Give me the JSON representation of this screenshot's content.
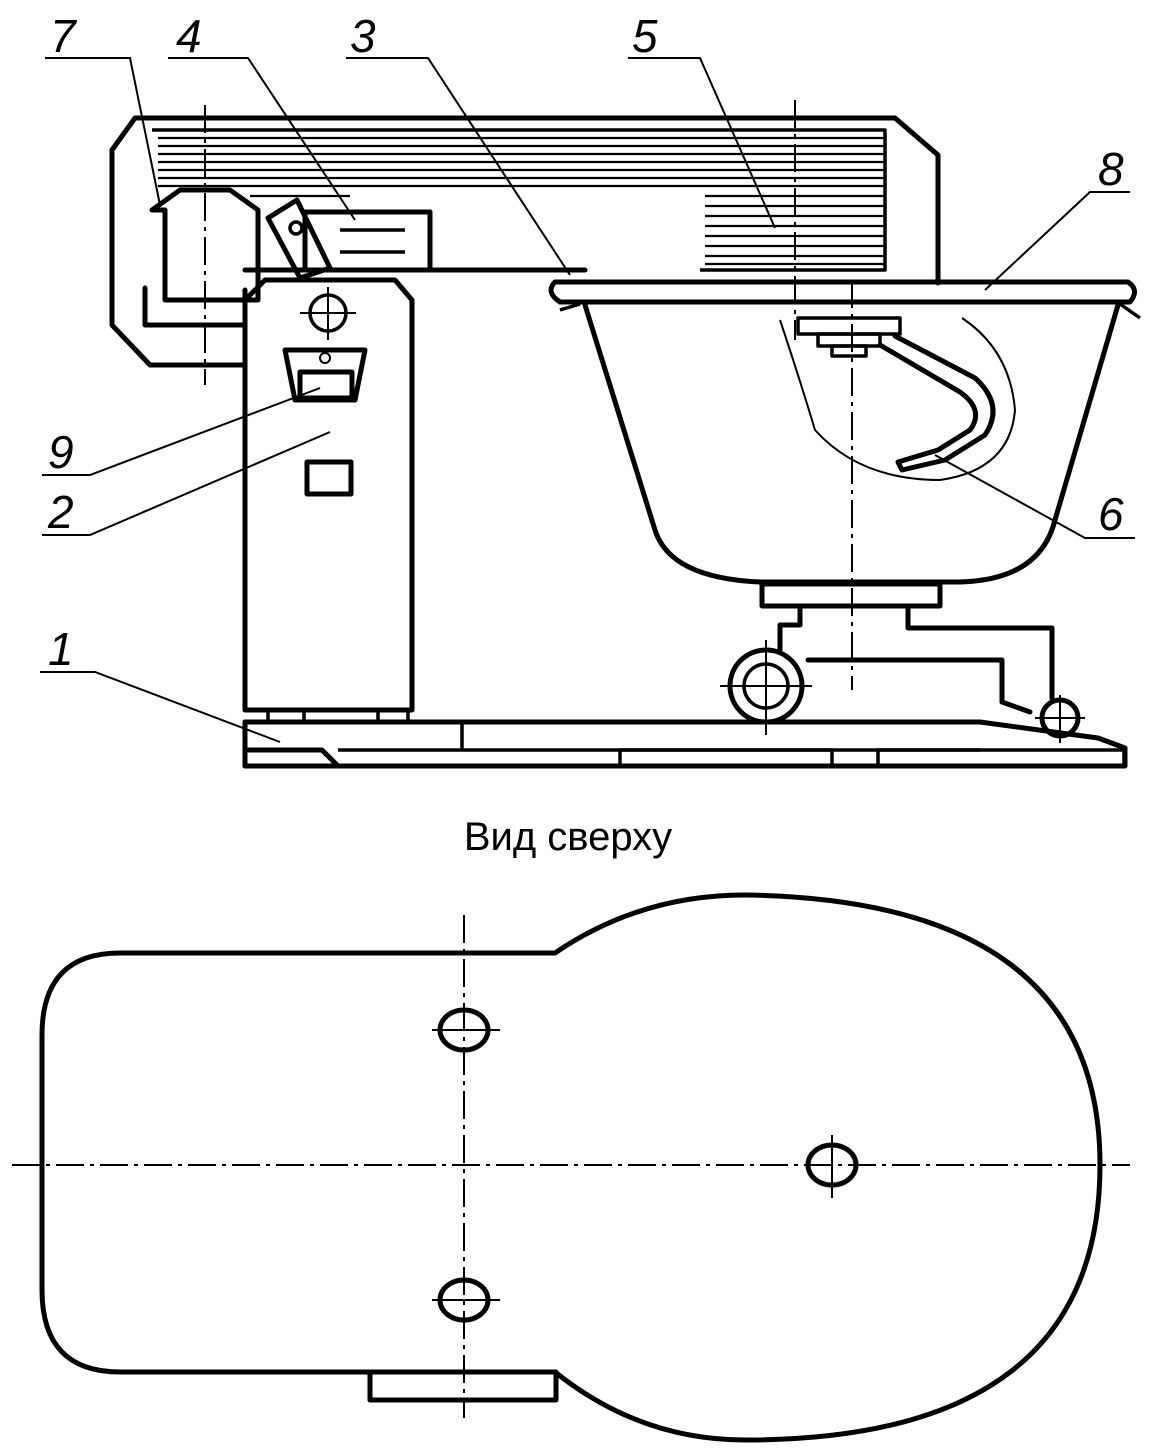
{
  "caption": "Вид сверху",
  "callouts": [
    "1",
    "2",
    "3",
    "4",
    "5",
    "6",
    "7",
    "8",
    "9"
  ]
}
